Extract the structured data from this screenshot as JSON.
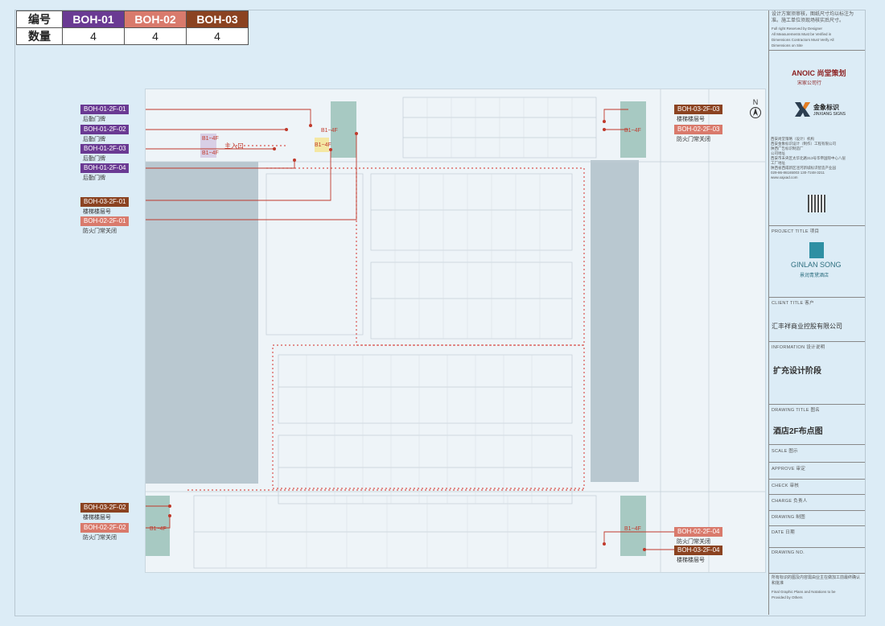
{
  "legend": {
    "row1_label": "编号",
    "row2_label": "数量",
    "items": [
      {
        "code": "BOH-01",
        "qty": "4",
        "color": "#6a3a93"
      },
      {
        "code": "BOH-02",
        "qty": "4",
        "color": "#d97a6c"
      },
      {
        "code": "BOH-03",
        "qty": "4",
        "color": "#8b4321"
      }
    ]
  },
  "callouts": [
    {
      "code": "BOH-01-2F-01",
      "sub": "后勤门牌"
    },
    {
      "code": "BOH-01-2F-02",
      "sub": "后勤门牌"
    },
    {
      "code": "BOH-01-2F-03",
      "sub": "后勤门牌"
    },
    {
      "code": "BOH-01-2F-04",
      "sub": "后勤门牌"
    },
    {
      "code": "BOH-03-2F-01",
      "sub": "楼梯楼层号"
    },
    {
      "code": "BOH-02-2F-01",
      "sub": "防火门常关闭"
    },
    {
      "code": "BOH-03-2F-03",
      "sub": "楼梯楼层号"
    },
    {
      "code": "BOH-02-2F-03",
      "sub": "防火门常关闭"
    },
    {
      "code": "BOH-03-2F-02",
      "sub": "楼梯楼层号"
    },
    {
      "code": "BOH-02-2F-02",
      "sub": "防火门常关闭"
    },
    {
      "code": "BOH-02-2F-04",
      "sub": "防火门常关闭"
    },
    {
      "code": "BOH-03-2F-04",
      "sub": "楼梯楼层号"
    }
  ],
  "plan": {
    "main_entrance": "主入口",
    "stair_label": "B1~4F",
    "north": "N"
  },
  "titleblock": {
    "notes_cn": "设计方案须审核，图纸尺寸均以标注为准。施工单位须现场核实后尺寸。",
    "notes_en": [
      "Full right Reserved by Designer",
      "All Measurements Must be Verified in",
      "Dimensions Contractors Must Verify All",
      "Dimensions on Site"
    ],
    "brand1": "ANOIC 尚堂策划",
    "brand1_sub": "宋家公司行",
    "brand2": "金象标识",
    "brand2_sub": "JINXIANG SIGNS",
    "company_lines": [
      "西安尚堂策略（设计）机构",
      "西安金象标识设计（制作）工程有限公司",
      "陕西广告标识制造厂",
      "公司地址",
      "西安市未央区太华北路313号华帝国际中心八层",
      "工厂地址",
      "陕西省西咸新区泾河新城标识智造产业园",
      "029-86-86165003 130-7248-3211",
      "www.xajxad.com"
    ],
    "project_title": "PROJECT TITLE 项目",
    "project_logo": "GINLAN SONG",
    "project_logo_sub": "景润青黛酒店",
    "client_title": "CLIENT TITLE 客户",
    "client": "汇丰祥商业控股有限公司",
    "information": "INFORMATION 设计说明",
    "phase": "扩充设计阶段",
    "drawing_title": "DRAWING TITLE 图名",
    "drawing_name": "酒店2F布点图",
    "scale": "SCALE 图示",
    "approve": "APPROVE 审定",
    "check": "CHECK 审核",
    "charge": "CHARGE 负责人",
    "drawing": "DRAWING 制图",
    "date": "DATE 日期",
    "drawing_no": "DRAWING NO.",
    "footer_cn": "所有标识的图及内容需由业主在做加工前最终确认和批准",
    "footer_en": [
      "Final Graphic Plans and Notations to be",
      "Provided by Others"
    ]
  }
}
